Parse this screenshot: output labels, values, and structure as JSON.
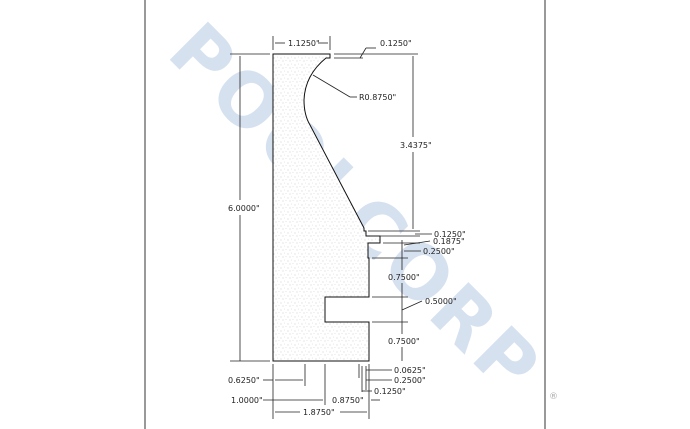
{
  "watermark": {
    "text": "POOLCORP",
    "registered": "®",
    "color": "#c9d8ec"
  },
  "drawing": {
    "fill_pattern": "stipple",
    "dimensions": {
      "top_width": "1.1250\"",
      "top_notch": "0.1250\"",
      "radius": "R0.8750\"",
      "upper_height": "3.4375\"",
      "total_height": "6.0000\"",
      "step1": "0.1250\"",
      "step2": "0.1875\"",
      "step3": "0.2500\"",
      "upper_face": "0.7500\"",
      "groove_height": "0.5000\"",
      "lower_face": "0.7500\"",
      "bottom_a": "0.0625\"",
      "bottom_b": "0.2500\"",
      "bottom_c": "0.1250\"",
      "base_left": "0.6250\"",
      "base_mid": "1.0000\"",
      "groove_depth": "0.8750\"",
      "total_width": "1.8750\""
    }
  }
}
